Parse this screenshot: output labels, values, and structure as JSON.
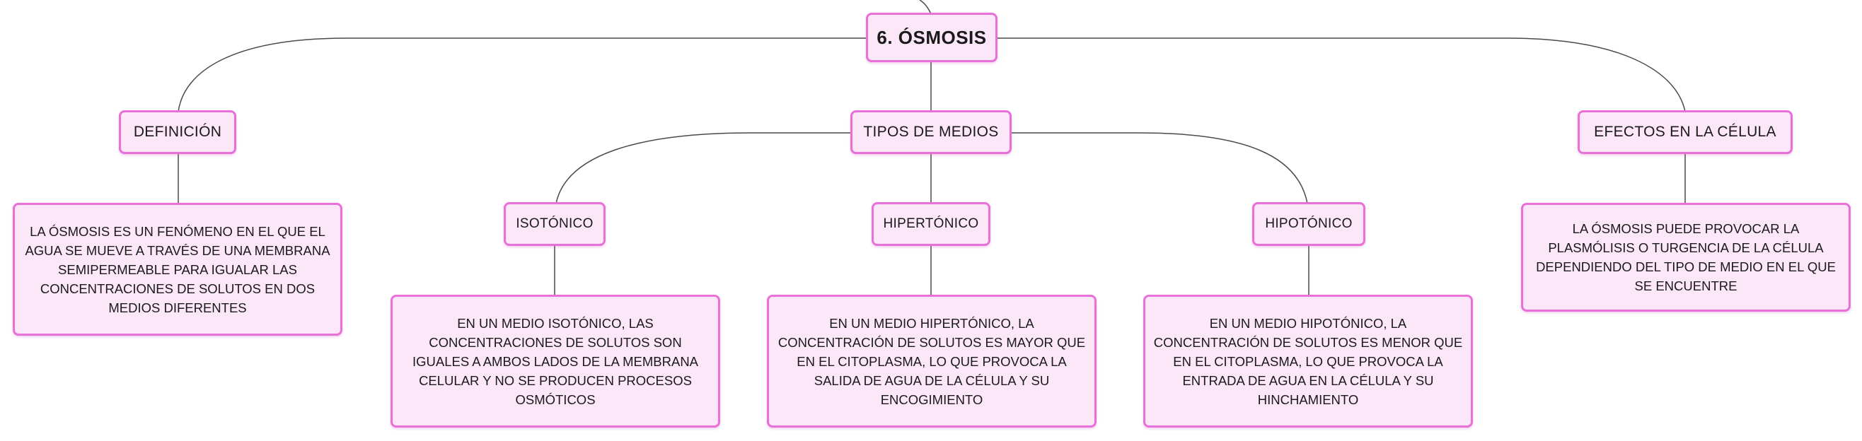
{
  "colors": {
    "node_fill": "#fbe7f7",
    "node_border": "#e96fd9",
    "connector": "#4a4a4a"
  },
  "root": {
    "label": "6. ÓSMOSIS"
  },
  "branches": {
    "definicion": {
      "label": "DEFINICIÓN",
      "text": "LA ÓSMOSIS ES UN FENÓMENO EN EL QUE EL AGUA SE MUEVE A TRAVÉS DE UNA MEMBRANA SEMIPERMEABLE PARA IGUALAR LAS CONCENTRACIONES DE SOLUTOS EN DOS MEDIOS DIFERENTES"
    },
    "tipos": {
      "label": "TIPOS DE MEDIOS",
      "isotonico": {
        "label": "ISOTÓNICO",
        "text": "EN UN MEDIO ISOTÓNICO, LAS CONCENTRACIONES DE SOLUTOS SON IGUALES A AMBOS LADOS DE LA MEMBRANA CELULAR Y NO SE PRODUCEN PROCESOS OSMÓTICOS"
      },
      "hipertonico": {
        "label": "HIPERTÓNICO",
        "text": "EN UN MEDIO HIPERTÓNICO, LA CONCENTRACIÓN DE SOLUTOS ES MAYOR QUE EN EL CITOPLASMA, LO QUE PROVOCA LA SALIDA DE AGUA DE LA CÉLULA Y SU ENCOGIMIENTO"
      },
      "hipotonico": {
        "label": "HIPOTÓNICO",
        "text": "EN UN MEDIO HIPOTÓNICO, LA CONCENTRACIÓN DE SOLUTOS ES MENOR QUE EN EL CITOPLASMA, LO QUE PROVOCA LA ENTRADA DE AGUA EN LA CÉLULA Y SU HINCHAMIENTO"
      }
    },
    "efectos": {
      "label": "EFECTOS EN LA CÉLULA",
      "text": "LA ÓSMOSIS PUEDE PROVOCAR LA PLASMÓLISIS O TURGENCIA DE LA CÉLULA DEPENDIENDO DEL TIPO DE MEDIO EN EL QUE SE ENCUENTRE"
    }
  }
}
